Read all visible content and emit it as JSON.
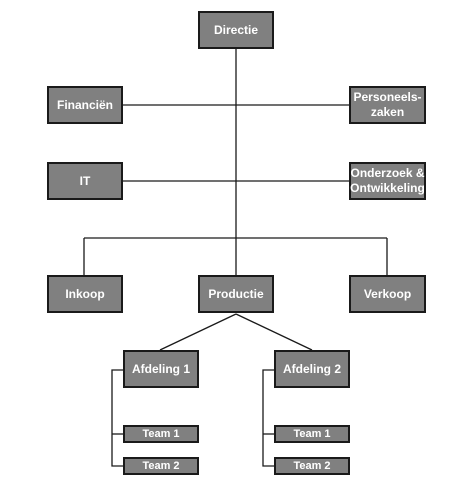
{
  "diagram": {
    "type": "org-chart",
    "colors": {
      "box_fill": "#808080",
      "box_border": "#1a1a1a",
      "box_text": "#ffffff",
      "line": "#1a1a1a"
    },
    "nodes": {
      "directie": "Directie",
      "financien": "Financiën",
      "personeelszaken": "Personeels-\nzaken",
      "it": "IT",
      "onderzoek": "Onderzoek &\nOntwikkeling",
      "inkoop": "Inkoop",
      "productie": "Productie",
      "verkoop": "Verkoop",
      "afdeling1": "Afdeling 1",
      "afdeling2": "Afdeling 2",
      "afd1_team1": "Team 1",
      "afd1_team2": "Team 2",
      "afd2_team1": "Team 1",
      "afd2_team2": "Team 2"
    }
  }
}
